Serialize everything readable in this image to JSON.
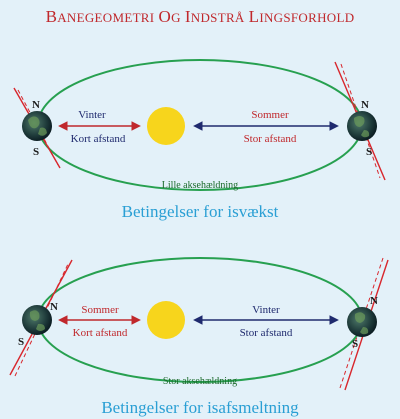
{
  "title": "Banegeometri og indstrå lingsforhold",
  "colors": {
    "background": "#e3f1f9",
    "title": "#c0282c",
    "orbit": "#27a050",
    "caption": "#2a9fd4",
    "summer": "#c0282c",
    "winter": "#1f2a6e",
    "sun": "#f7d51c",
    "axis": "#d8262c"
  },
  "panels": [
    {
      "left_season": "Vinter",
      "left_distance": "Kort afstand",
      "right_season": "Sommer",
      "right_distance": "Stor afstand",
      "axis_label": "Lille aksehældning",
      "caption": "Betingelser for isvækst",
      "pole_north": "N",
      "pole_south": "S"
    },
    {
      "left_season": "Sommer",
      "left_distance": "Kort afstand",
      "right_season": "Vinter",
      "right_distance": "Stor afstand",
      "axis_label": "Stor aksehældning",
      "caption": "Betingelser for isafsmeltning",
      "pole_north": "N",
      "pole_south": "S"
    }
  ]
}
